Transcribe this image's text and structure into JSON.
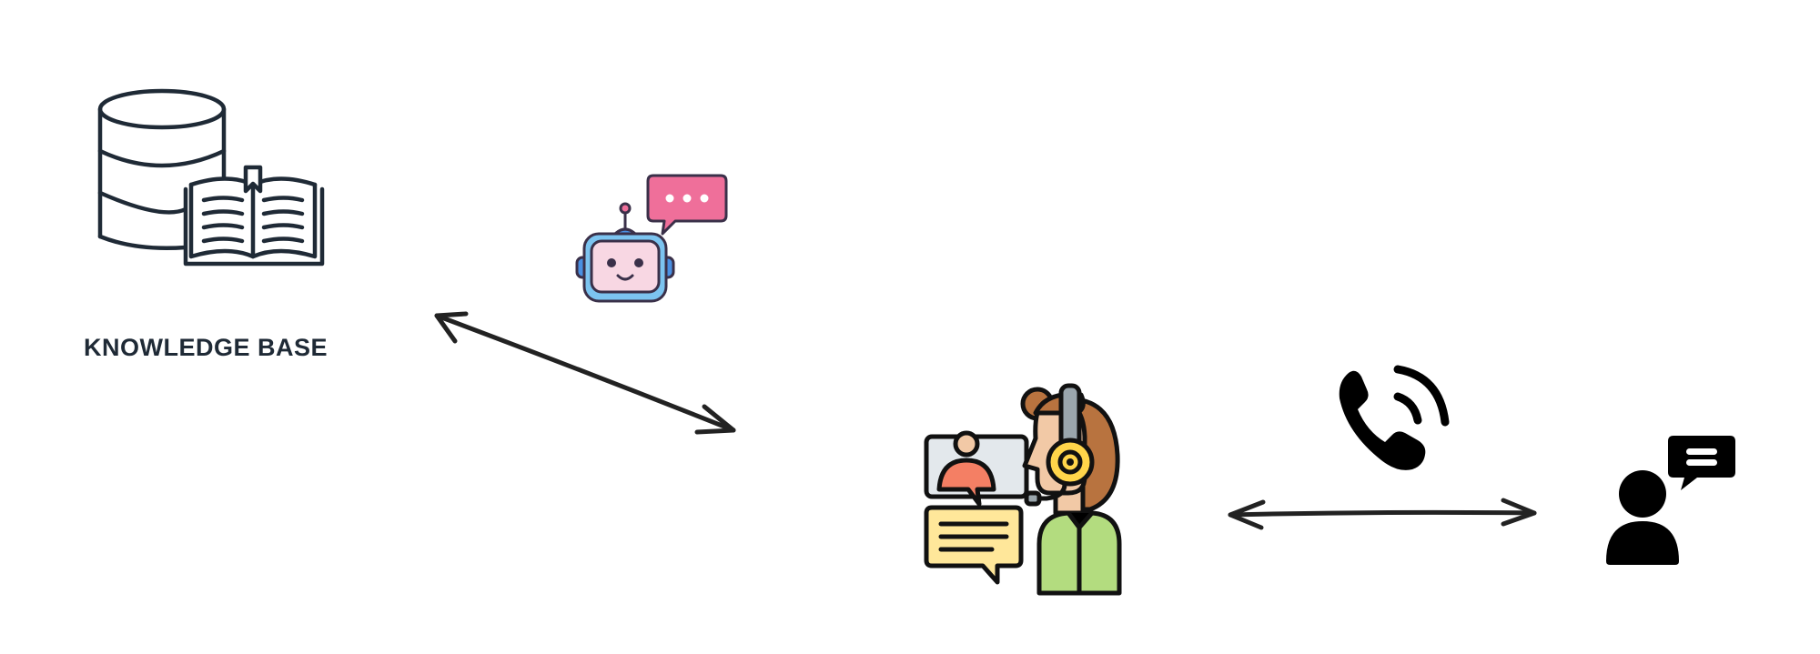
{
  "diagram": {
    "knowledge_base": {
      "label": "KNOWLEDGE BASE",
      "icon": "database-with-book-icon"
    },
    "chatbot": {
      "icon": "robot-with-chat-bubble-icon"
    },
    "agent": {
      "icon": "support-agent-with-headset-icon"
    },
    "phone": {
      "icon": "phone-call-icon"
    },
    "customer": {
      "icon": "customer-with-message-icon"
    },
    "connectors": [
      {
        "from": "knowledge_base",
        "to": "agent",
        "style": "double-headed-arrow"
      },
      {
        "from": "agent",
        "to": "customer",
        "style": "double-headed-arrow"
      }
    ],
    "colors": {
      "ink": "#1f2a36",
      "arrow": "#222222",
      "robot_face": "#f8d7e3",
      "robot_frame": "#7cc4f0",
      "bubble_pink": "#ef6f9a",
      "agent_skin": "#f2c9a6",
      "agent_hair": "#b8733f",
      "agent_shirt": "#b3dc7f",
      "headset_yellow": "#ffd54a",
      "chat_yellow": "#ffe79a",
      "avatar_orange": "#f47f64"
    }
  }
}
